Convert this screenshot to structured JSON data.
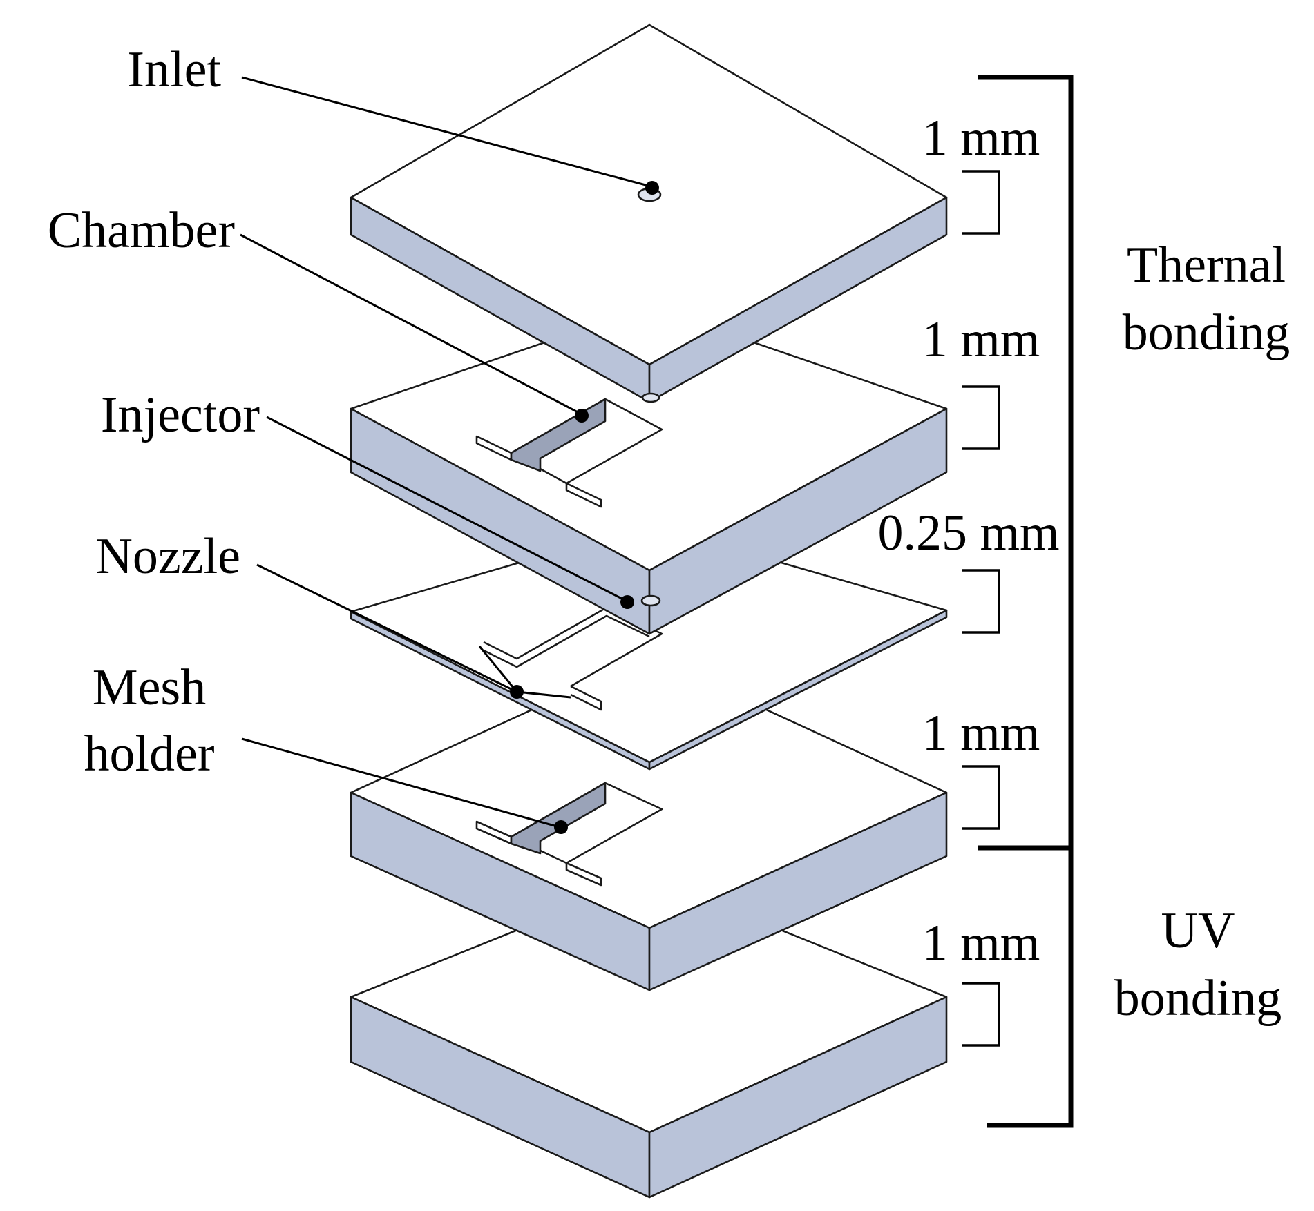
{
  "colors": {
    "plate_top": "#ffffff",
    "plate_side": "#b9c3d9",
    "plate_edge": "#1a1a1a",
    "cavity": "#9aa3b8",
    "text": "#000000"
  },
  "labels": {
    "inlet": "Inlet",
    "chamber": "Chamber",
    "injector": "Injector",
    "nozzle": "Nozzle",
    "mesh_line1": "Mesh",
    "mesh_line2": "holder"
  },
  "thickness": {
    "layer1": "1 mm",
    "layer2": "1 mm",
    "layer3": "0.25 mm",
    "layer4": "1 mm",
    "layer5": "1 mm"
  },
  "bonding": {
    "thermal_line1": "Thernal",
    "thermal_line2": "bonding",
    "uv_line1": "UV",
    "uv_line2": "bonding"
  }
}
